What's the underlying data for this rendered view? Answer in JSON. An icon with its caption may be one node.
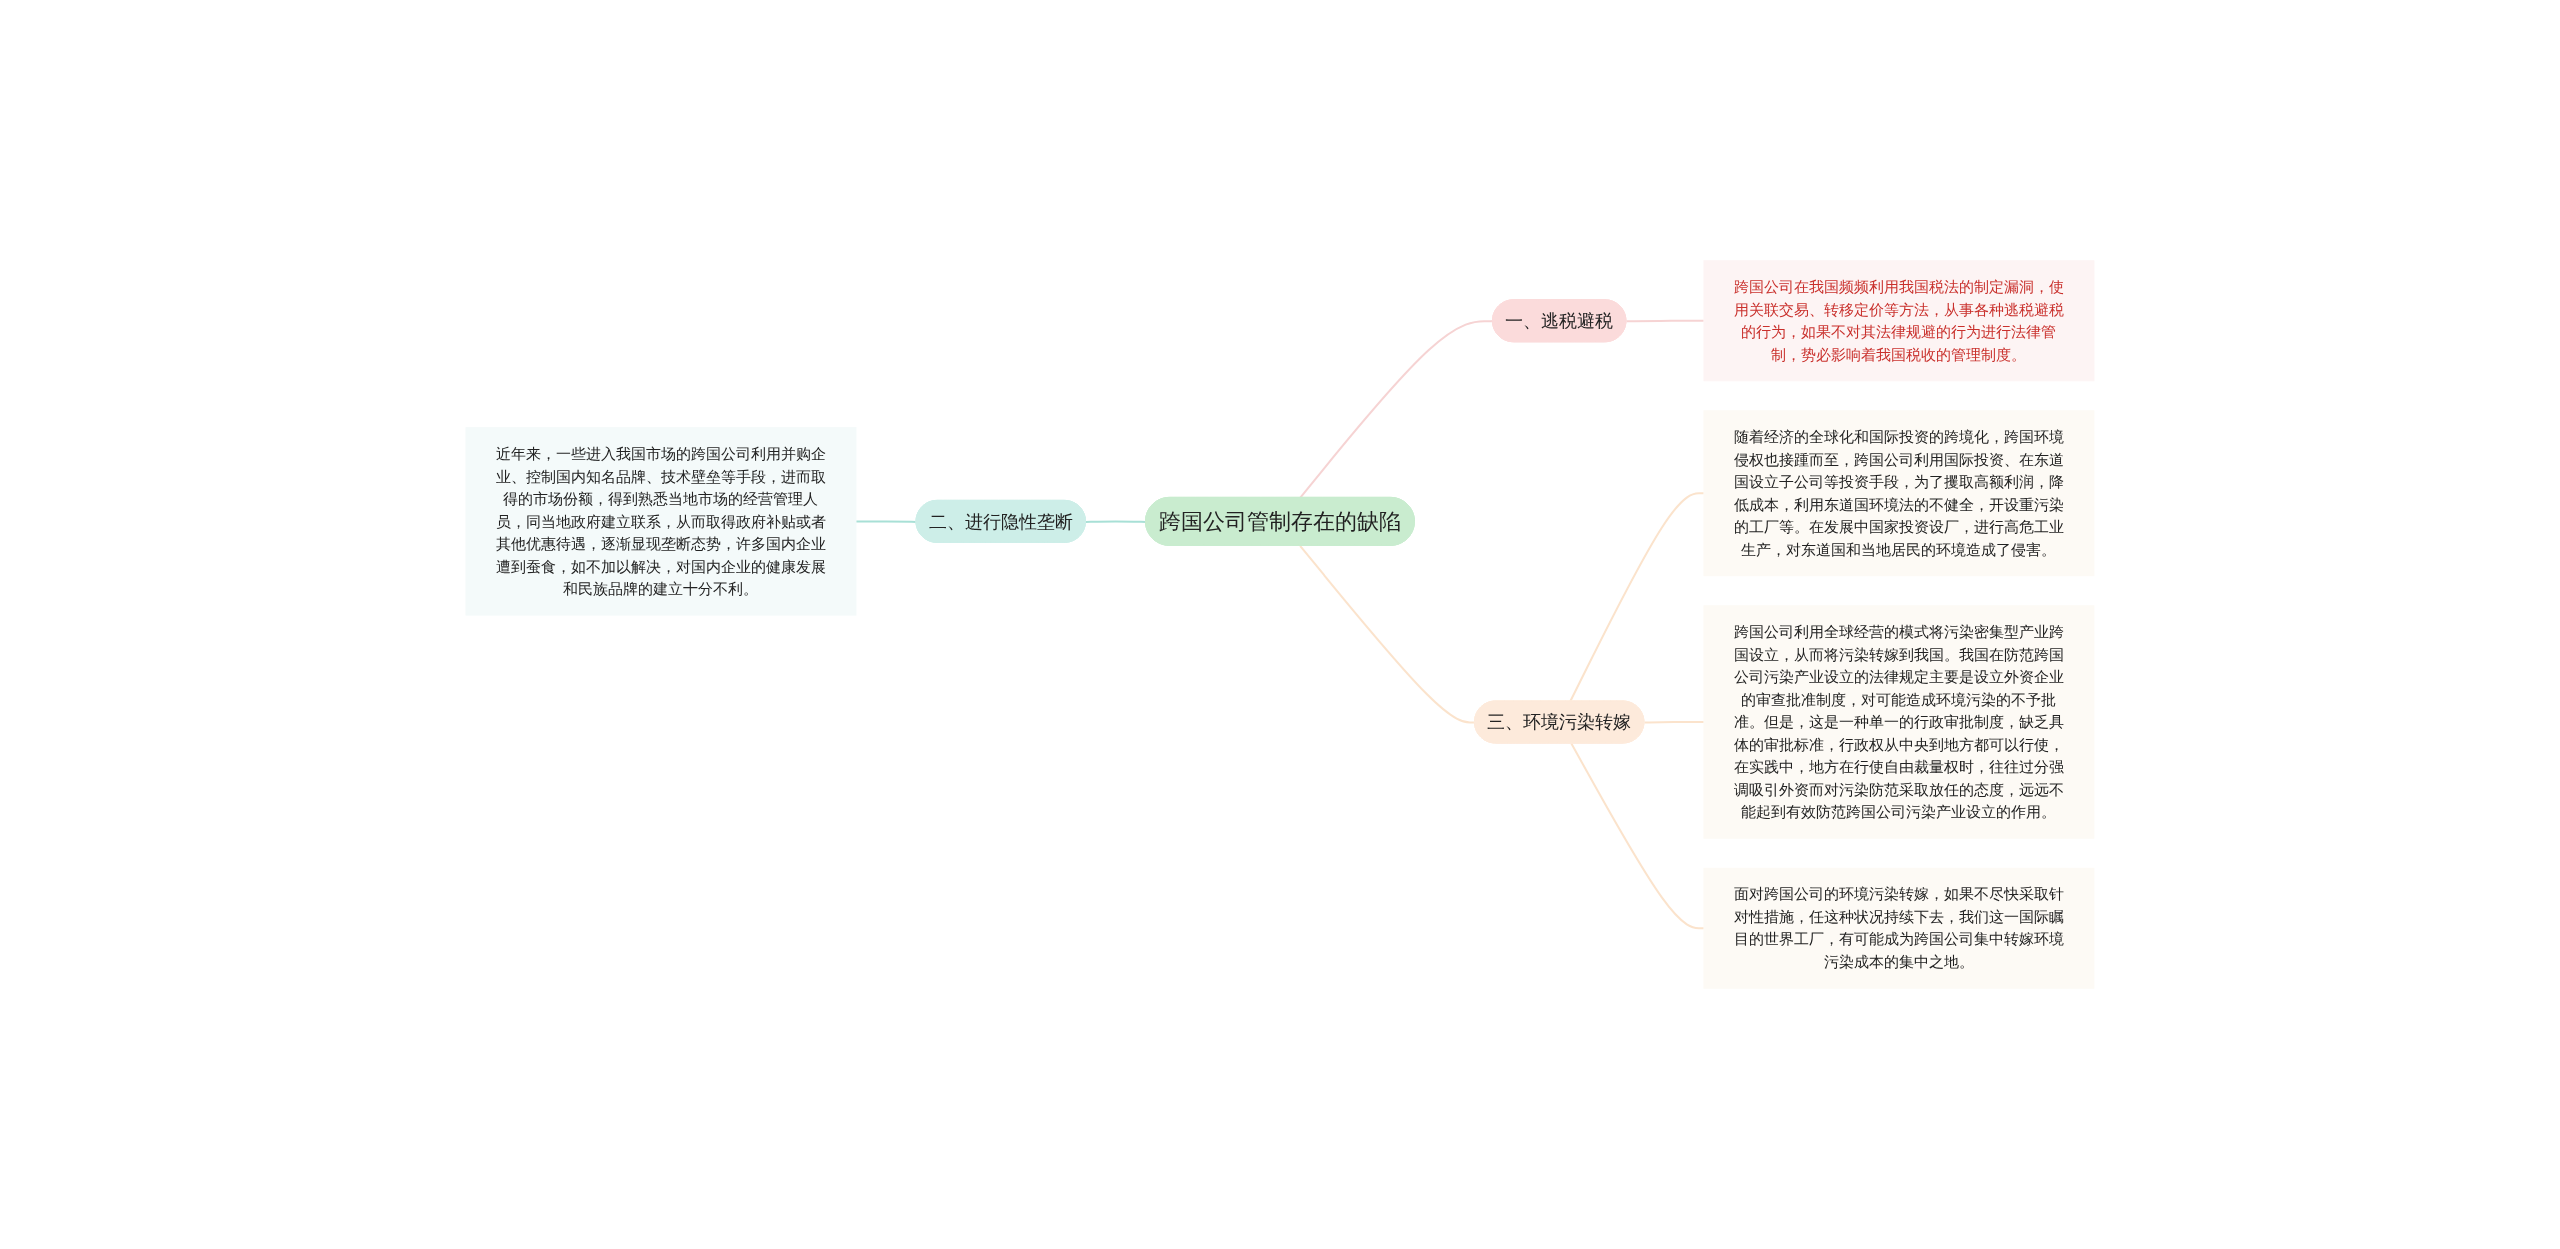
{
  "diagram": {
    "nodes": [
      {
        "text": [
          "跨国公司管制存在的缺陷"
        ]
      },
      {
        "text": [
          "一、逃税避税"
        ]
      },
      {
        "text": [
          "跨国公司在我国频频利用我国税法的制定漏洞，使用关联交易、转移定价等方法，从事各种逃税避税的行为，如果不对其法律规避的行为进行法律管制，势必影响着我国税收的管理制度。"
        ]
      },
      {
        "text": [
          "二、进行隐性垄断"
        ]
      },
      {
        "text": [
          "近年来，一些进入我国市场的跨国公司利用并购企业、控制国内知名品牌、技术壁垒等手段，进而取得的市场份额，得到熟悉当地市场的经营管理人员，同当地政府建立联系，从而取得政府补贴或者其他优惠待遇，逐渐显现垄断态势，许多国内企业遭到蚕食，如不加以解决，对国内企业的健康发展和民族品牌的建立十分不利。"
        ]
      },
      {
        "text": [
          "三、环境污染转嫁"
        ]
      },
      {
        "text": [
          "随着经济的全球化和国际投资的跨境化，跨国环境侵权也接踵而至，跨国公司利用国际投资、在东道国设立子公司等投资手段，为了攫取高额利润，降低成本，利用东道国环境法的不健全，开设重污染的工厂等。在发展中国家投资设厂，进行高危工业生产，对东道国和当地居民的环境造成了侵害。"
        ]
      },
      {
        "text": [
          "跨国公司利用全球经营的模式将污染密集型产业跨国设立，从而将污染转嫁到我国。我国在防范跨国公司污染产业设立的法律规定主要是设立外资企业的审查批准制度，对可能造成环境污染的不予批准。但是，这是一种单一的行政审批制度，缺乏具体的审批标准，行政权从中央到地方都可以行使，在实践中，地方在行使自由裁量权时，往往过分强调吸引外资而对污染防范采取放任的态度，远远不能起到有效防范跨国公司污染产业设立的作用。"
        ]
      },
      {
        "text": [
          "面对跨国公司的环境污染转嫁，如果不尽快采取针对性措施，任这种状况持续下去，我们这一国际瞩目的世界工厂，有可能成为跨国公司集中转嫁环境污染成本的集中之地。"
        ]
      }
    ],
    "edges": [
      {
        "from": 0,
        "to": 1,
        "arrow": "none",
        "color": "#f6d3d3"
      },
      {
        "from": 1,
        "to": 2,
        "arrow": "none",
        "color": "#f6d3d3"
      },
      {
        "from": 3,
        "to": 0,
        "arrow": "none",
        "color": "#a8e0d6"
      },
      {
        "from": 4,
        "to": 3,
        "arrow": "none",
        "color": "#a8e0d6"
      },
      {
        "from": 0,
        "to": 5,
        "arrow": "none",
        "color": "#fbe3cc"
      },
      {
        "from": 5,
        "to": 6,
        "arrow": "none",
        "color": "#fbe3cc"
      },
      {
        "from": 5,
        "to": 7,
        "arrow": "none",
        "color": "#fbe3cc"
      },
      {
        "from": 5,
        "to": 8,
        "arrow": "none",
        "color": "#fbe3cc"
      }
    ]
  }
}
